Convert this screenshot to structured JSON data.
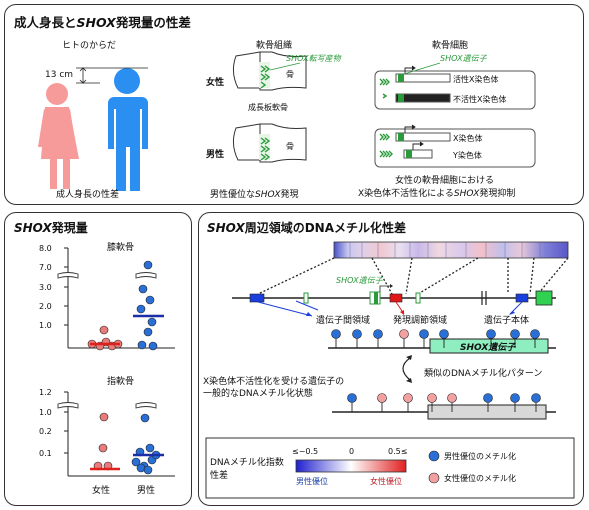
{
  "top": {
    "title_pre": "成人身長と",
    "title_em": "SHOX",
    "title_post": "発現量の性差",
    "body_label": "ヒトのからだ",
    "height_diff": "13 cm",
    "caption_height": "成人身長の性差",
    "bone_tissue": "軟骨組織",
    "shox_product": "SHOX転写産物",
    "bone_mark": "骨",
    "growth_plate": "成長板軟骨",
    "female": "女性",
    "male": "男性",
    "caption_male_bias_pre": "男性優位な",
    "caption_male_bias_em": "SHOX",
    "caption_male_bias_post": "発現",
    "chondrocyte": "軟骨細胞",
    "shox_gene": "SHOX遺伝子",
    "active_x": "活性X染色体",
    "inactive_x": "不活性X染色体",
    "x_chrom": "X染色体",
    "y_chrom": "Y染色体",
    "caption_xci_1": "女性の軟骨細胞における",
    "caption_xci_2_pre": "X染色体不活性化による",
    "caption_xci_2_em": "SHOX",
    "caption_xci_2_post": "発現抑制"
  },
  "expr": {
    "title_em": "SHOX",
    "title_post": "発現量",
    "panel1_label": "膝軟骨",
    "panel2_label": "指軟骨",
    "x_female": "女性",
    "x_male": "男性",
    "ticks1": [
      "8.0",
      "7.0",
      "3.0",
      "2.0",
      "1.0"
    ],
    "ticks2": [
      "1.2",
      "1.0",
      "0.2",
      "0.1"
    ],
    "colors": {
      "female": "#e87b7b",
      "male": "#2a6fd6",
      "female_mean": "#e0201a",
      "male_mean": "#1a2fa6"
    }
  },
  "meth": {
    "title_em": "SHOX",
    "title_post": "周辺領域のDNAメチル化性差",
    "shox_gene": "SHOX遺伝子",
    "intergenic": "遺伝子間領域",
    "regulatory": "発現調節領域",
    "gene_body": "遺伝子本体",
    "shox_box": "SHOX遺伝子",
    "xci_text_1": "X染色体不活性化を受ける遺伝子の",
    "xci_text_2": "一般的なDNAメチル化状態",
    "similar": "類似のDNAメチル化パターン",
    "legend_title_1": "DNAメチル化指数",
    "legend_title_2": "性差",
    "scale_min": "≤−0.5",
    "scale_mid": "0",
    "scale_max": "0.5≤",
    "male_dominant": "男性優位",
    "female_dominant": "女性優位",
    "legend_male": "男性優位のメチル化",
    "legend_female": "女性優位のメチル化"
  }
}
